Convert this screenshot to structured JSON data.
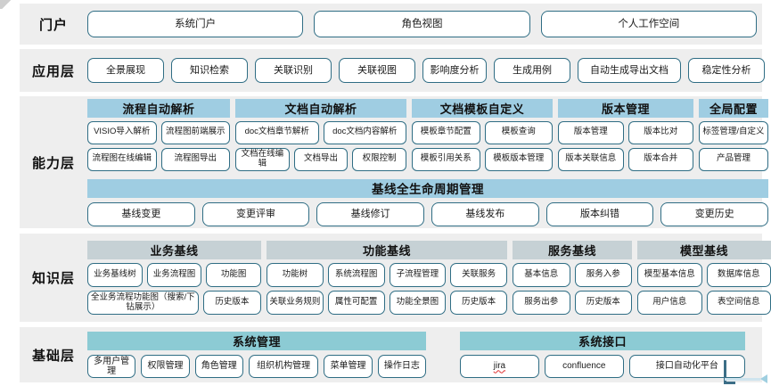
{
  "layers": [
    {
      "id": "portal",
      "label": "门户",
      "items": [
        "系统门户",
        "角色视图",
        "个人工作空间"
      ]
    },
    {
      "id": "application",
      "label": "应用层",
      "items": [
        "全景展现",
        "知识检索",
        "关联识别",
        "关联视图",
        "影响度分析",
        "生成用例",
        "自动生成导出文档",
        "稳定性分析"
      ]
    },
    {
      "id": "capability",
      "label": "能力层",
      "groups": [
        {
          "title": "流程自动解析",
          "rows": [
            [
              "VISIO导入解析",
              "流程图前端展示"
            ],
            [
              "流程图在线编辑",
              "流程图导出"
            ]
          ]
        },
        {
          "title": "文档自动解析",
          "rows": [
            [
              "doc文档章节解析",
              "doc文档内容解析"
            ],
            [
              "文档在线编辑",
              "文档导出",
              "权限控制"
            ]
          ]
        },
        {
          "title": "文档模板自定义",
          "rows": [
            [
              "模板章节配置",
              "模板查询"
            ],
            [
              "模板引用关系",
              "模板版本管理"
            ]
          ]
        },
        {
          "title": "版本管理",
          "rows": [
            [
              "版本管理",
              "版本比对"
            ],
            [
              "版本关联信息",
              "版本合并"
            ]
          ]
        },
        {
          "title": "全局配置",
          "rows": [
            [
              "标签管理/自定义"
            ],
            [
              "产品管理"
            ]
          ]
        }
      ],
      "lifecycle": {
        "title": "基线全生命周期管理",
        "items": [
          "基线变更",
          "变更评审",
          "基线修订",
          "基线发布",
          "版本纠错",
          "变更历史"
        ]
      }
    },
    {
      "id": "knowledge",
      "label": "知识层",
      "groups": [
        {
          "title": "业务基线",
          "rows": [
            [
              "业务基线树",
              "业务流程图",
              "功能图"
            ],
            [
              "全业务流程功能图（搜索/下钻展示）",
              "历史版本"
            ]
          ]
        },
        {
          "title": "功能基线",
          "rows": [
            [
              "功能树",
              "系统流程图",
              "子流程管理",
              "关联服务"
            ],
            [
              "关联业务规则",
              "属性可配置",
              "功能全景图",
              "历史版本"
            ]
          ]
        },
        {
          "title": "服务基线",
          "rows": [
            [
              "基本信息",
              "服务入参"
            ],
            [
              "服务出参",
              "历史版本"
            ]
          ]
        },
        {
          "title": "模型基线",
          "rows": [
            [
              "模型基本信息",
              "数据库信息"
            ],
            [
              "用户信息",
              "表空间信息"
            ]
          ]
        }
      ]
    },
    {
      "id": "foundation",
      "label": "基础层",
      "groups": [
        {
          "title": "系统管理",
          "rows": [
            [
              "多用户管理",
              "权限管理",
              "角色管理",
              "组织机构管理",
              "菜单管理",
              "操作日志"
            ]
          ]
        },
        {
          "title": "系统接口",
          "rows": [
            [
              "jira",
              "confluence",
              "接口自动化平台"
            ]
          ]
        }
      ]
    }
  ],
  "colors": {
    "section_background": "#eeeeee",
    "pill_border": "#2f6d84",
    "capability_header": "#9fcde2",
    "knowledge_header": "#c6d1d5",
    "foundation_header": "#8ccbd4",
    "page_background": "#ffffff"
  }
}
